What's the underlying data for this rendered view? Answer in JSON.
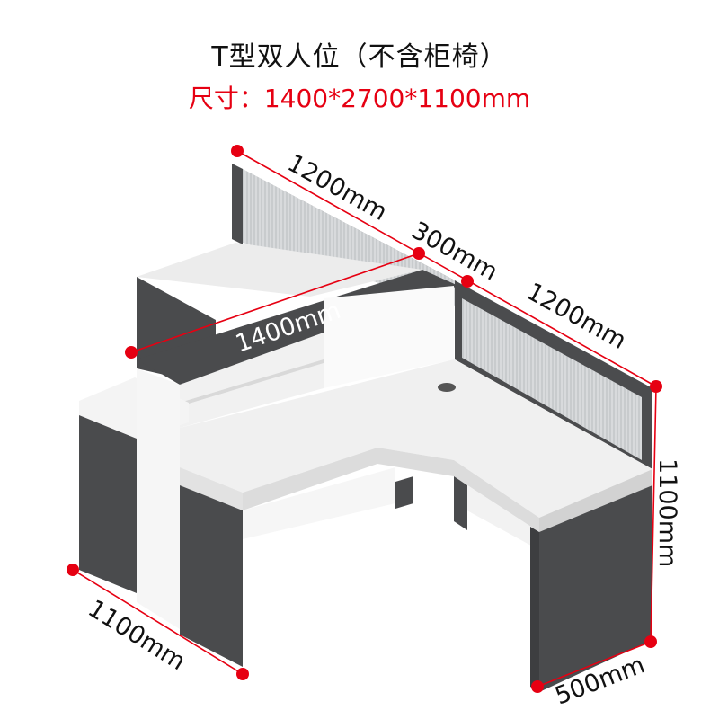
{
  "title": "T型双人位（不含柜椅）",
  "size_label": "尺寸：1400*2700*1100mm",
  "colors": {
    "accent": "#e60012",
    "panel_dark": "#4a4b4d",
    "desk_white": "#f3f3f3",
    "screen_frosted": "#c9ccce"
  },
  "dimensions": {
    "top_left": "1200mm",
    "top_middle": "300mm",
    "top_right": "1200mm",
    "shelf_length": "1400mm",
    "height": "1100mm",
    "depth_left": "1100mm",
    "depth_right": "500mm"
  }
}
